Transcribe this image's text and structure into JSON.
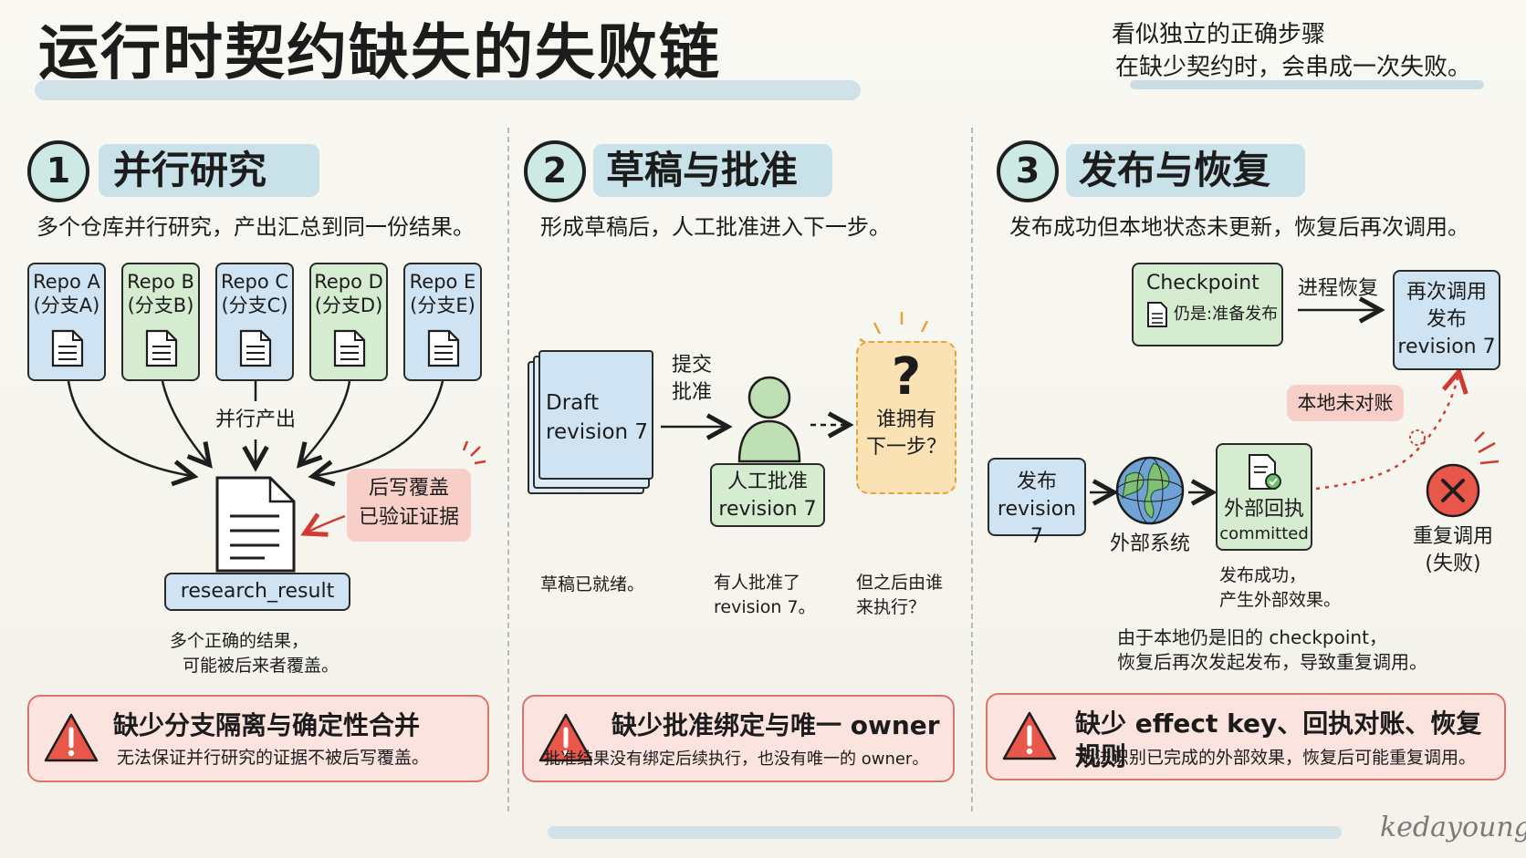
{
  "header": {
    "title": "运行时契约缺失的失败链",
    "subtitle_line1": "看似独立的正确步骤",
    "subtitle_line2": "在缺少契约时，会串成一次失败。"
  },
  "sections": [
    {
      "number": "1",
      "title": "并行研究",
      "description": "多个仓库并行研究，产出汇总到同一份结果。",
      "repos": [
        {
          "name": "Repo A",
          "branch": "(分支A)",
          "color": "blue"
        },
        {
          "name": "Repo B",
          "branch": "(分支B)",
          "color": "green"
        },
        {
          "name": "Repo C",
          "branch": "(分支C)",
          "color": "blue"
        },
        {
          "name": "Repo D",
          "branch": "(分支D)",
          "color": "green"
        },
        {
          "name": "Repo E",
          "branch": "(分支E)",
          "color": "blue"
        }
      ],
      "parallel_output_label": "并行产出",
      "result_label": "research_result",
      "overwrite_line1": "后写覆盖",
      "overwrite_line2": "已验证证据",
      "caption_line1": "多个正确的结果，",
      "caption_line2": "可能被后来者覆盖。",
      "warning_title": "缺少分支隔离与确定性合并",
      "warning_subtitle": "无法保证并行研究的证据不被后写覆盖。"
    },
    {
      "number": "2",
      "title": "草稿与批准",
      "description": "形成草稿后，人工批准进入下一步。",
      "draft_line1": "Draft",
      "draft_line2": "revision 7",
      "submit_line1": "提交",
      "submit_line2": "批准",
      "approval_line1": "人工批准",
      "approval_line2": "revision 7",
      "question_mark": "?",
      "owner_line1": "谁拥有",
      "owner_line2": "下一步？",
      "caption1": "草稿已就绪。",
      "caption2_line1": "有人批准了",
      "caption2_line2": "revision 7。",
      "caption3_line1": "但之后由谁",
      "caption3_line2": "来执行？",
      "warning_title": "缺少批准绑定与唯一 owner",
      "warning_subtitle": "批准结果没有绑定后续执行，也没有唯一的 owner。"
    },
    {
      "number": "3",
      "title": "发布与恢复",
      "description": "发布成功但本地状态未更新，恢复后再次调用。",
      "checkpoint_title": "Checkpoint",
      "checkpoint_status": "仍是:准备发布",
      "resume_label": "进程恢复",
      "reinvoke_line1": "再次调用",
      "reinvoke_line2": "发布",
      "reinvoke_line3": "revision 7",
      "unreconciled_label": "本地未对账",
      "publish_line1": "发布",
      "publish_line2": "revision 7",
      "external_system_label": "外部系统",
      "receipt_line1": "外部回执",
      "receipt_line2": "committed",
      "duplicate_line1": "重复调用",
      "duplicate_line2": "(失败)",
      "caption1_line1": "发布成功，",
      "caption1_line2": "产生外部效果。",
      "caption2_line1": "由于本地仍是旧的 checkpoint，",
      "caption2_line2": "恢复后再次发起发布，导致重复调用。",
      "warning_title": "缺少 effect key、回执对账、恢复规则",
      "warning_subtitle": "无法识别已完成的外部效果，恢复后可能重复调用。"
    }
  ],
  "footer": {
    "signature": "kedayoung"
  },
  "colors": {
    "blue": "#cfe3f3",
    "green": "#d6ecd1",
    "pink": "#f8d3cd",
    "yellow": "#fbe2b5",
    "warning_red": "#d64a3d",
    "highlight": "#c9dde6"
  }
}
